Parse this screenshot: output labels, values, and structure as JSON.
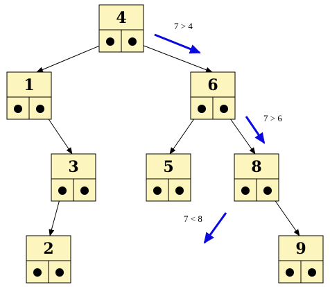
{
  "colors": {
    "node_fill": "#fcf5bd",
    "node_stroke": "#000000",
    "edge": "#000000",
    "highlight_arrow": "#0a0ae0"
  },
  "nodes": [
    {
      "id": "n4",
      "key": "4"
    },
    {
      "id": "n1",
      "key": "1"
    },
    {
      "id": "n6",
      "key": "6"
    },
    {
      "id": "n3",
      "key": "3"
    },
    {
      "id": "n5",
      "key": "5"
    },
    {
      "id": "n8",
      "key": "8"
    },
    {
      "id": "n2",
      "key": "2"
    },
    {
      "id": "n9",
      "key": "9"
    }
  ],
  "edges": [
    {
      "from": "4",
      "to": "1"
    },
    {
      "from": "4",
      "to": "6"
    },
    {
      "from": "1",
      "to": "3"
    },
    {
      "from": "6",
      "to": "5"
    },
    {
      "from": "6",
      "to": "8"
    },
    {
      "from": "3",
      "to": "2"
    },
    {
      "from": "8",
      "to": "9"
    }
  ],
  "comparisons": [
    {
      "label": "7 > 4"
    },
    {
      "label": "7 > 6"
    },
    {
      "label": "7 < 8"
    }
  ]
}
